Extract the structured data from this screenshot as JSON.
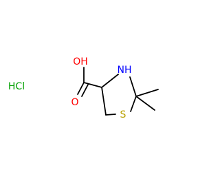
{
  "molecule": {
    "atoms": {
      "hydroxyl": "OH",
      "carbonyl_oxygen": "O",
      "amine": "NH",
      "sulfur": "S"
    },
    "salt": "HCl",
    "colors": {
      "bond": "#000000",
      "oxygen": "#ff0000",
      "nitrogen": "#0000ff",
      "sulfur": "#b8a000",
      "chloride": "#00a000"
    }
  }
}
